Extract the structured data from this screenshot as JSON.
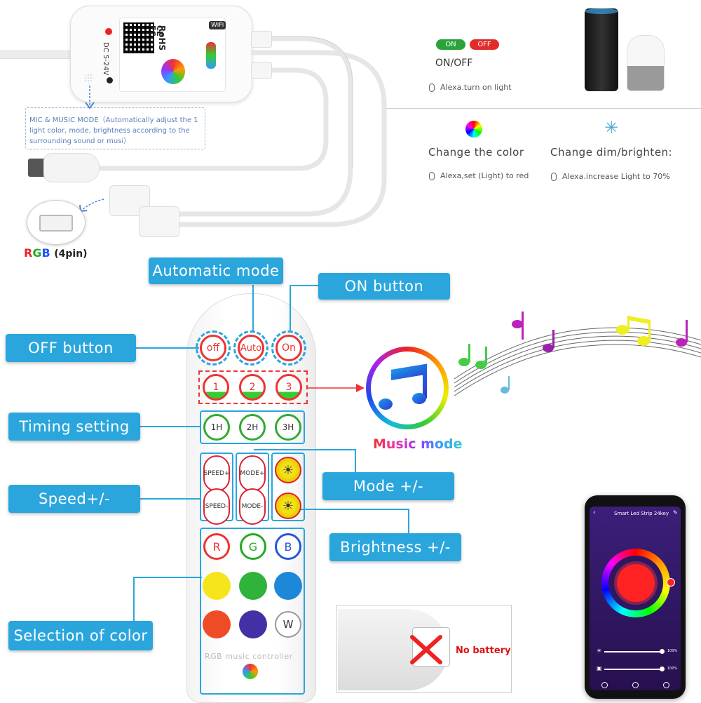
{
  "controller": {
    "spec_text": "DC 5-24V",
    "marks": [
      "RoHS",
      "CE",
      "FC"
    ],
    "wifi_badge": "WiFi",
    "rgb_badge": "R G B",
    "mic_note": "MIC & MUSIC MODE（Automatically adjust the 1 light color, mode, brightness according to the surrounding sound or musi）",
    "connector_label_rgb": "RGB",
    "connector_label_pin": "(4pin)"
  },
  "alexa": {
    "on_badge": "ON",
    "off_badge": "OFF",
    "onoff_title": "ON/OFF",
    "onoff_cmd": "Alexa.turn on light",
    "color_title": "Change the color",
    "color_cmd": "Alexa,set (Light) to red",
    "dim_title": "Change dim/brighten:",
    "dim_cmd": "Alexa.increase Light  to 70%"
  },
  "callouts": {
    "automatic_mode": "Automatic mode",
    "on_button": "ON button",
    "off_button": "OFF button",
    "timing_setting": "Timing setting",
    "speed": "Speed+/-",
    "mode": "Mode +/-",
    "brightness": "Brightness +/-",
    "selection_of_color": "Selection of color"
  },
  "remote": {
    "off": "off",
    "auto": "Auto",
    "on": "On",
    "music": [
      "1",
      "2",
      "3"
    ],
    "timer": [
      "1H",
      "2H",
      "3H"
    ],
    "speed_plus": "SPEED+",
    "speed_minus": "SPEED-",
    "mode_plus": "MODE+",
    "mode_minus": "MODE-",
    "r": "R",
    "g": "G",
    "b": "B",
    "w": "W",
    "footer": "RGB music controller",
    "colors": {
      "row2": [
        "#f6e51c",
        "#2fb33a",
        "#1e88d8"
      ],
      "row3": [
        "#ee4c26",
        "#4430a6",
        "#ffffff"
      ]
    }
  },
  "music_mode_label": "Music mode",
  "no_battery": "No battery",
  "phone": {
    "title": "Smart Led Strip 24key",
    "slider_value_1": "100%",
    "slider_value_2": "100%"
  }
}
